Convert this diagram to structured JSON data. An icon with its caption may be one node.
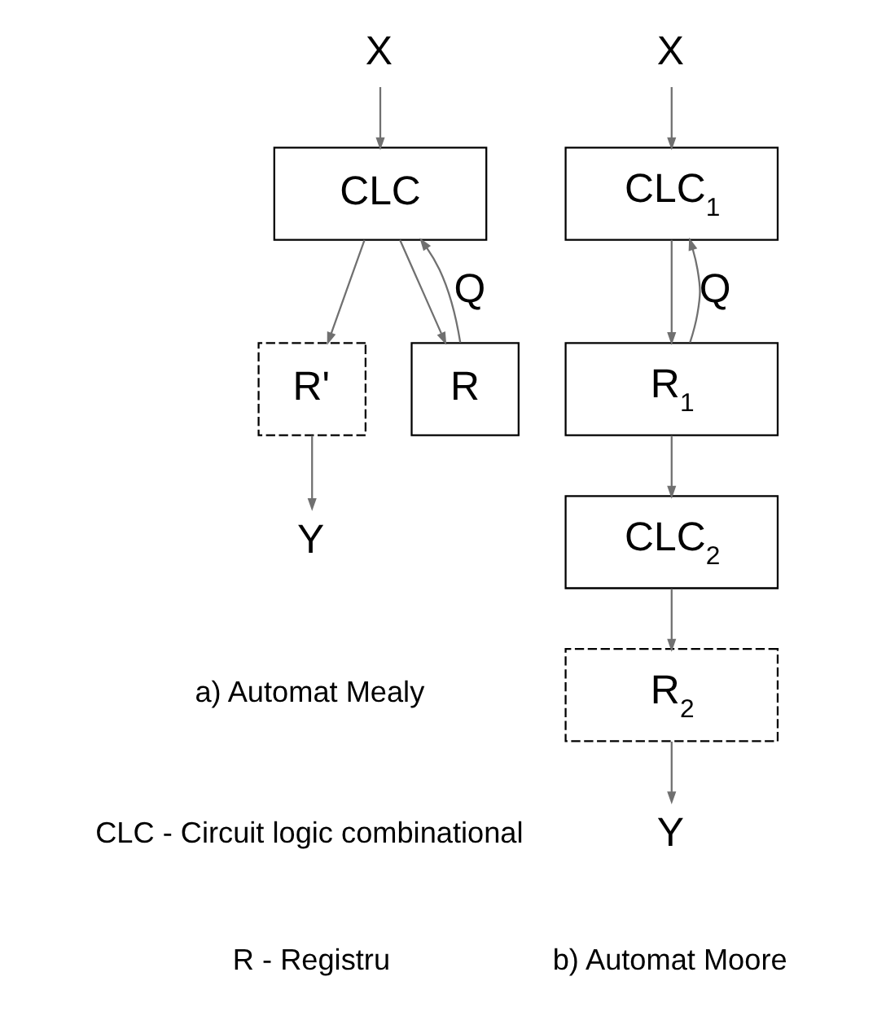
{
  "diagram": {
    "nodes": [
      {
        "text": [
          "X"
        ]
      },
      {
        "text": [
          "CLC"
        ]
      },
      {
        "text": [
          "R'"
        ]
      },
      {
        "text": [
          "R"
        ]
      },
      {
        "text": [
          "Y"
        ]
      },
      {
        "text": [
          "X"
        ]
      },
      {
        "text": [
          "CLC$_{1}$"
        ]
      },
      {
        "text": [
          "R$_{1}$"
        ]
      },
      {
        "text": [
          "CLC$_{2}$"
        ]
      },
      {
        "text": [
          "R$_{2}$"
        ]
      },
      {
        "text": [
          "Y"
        ]
      }
    ],
    "edges": [
      {
        "from": 0,
        "to": 1,
        "arrow": "to"
      },
      {
        "from": 1,
        "to": 2,
        "arrow": "to"
      },
      {
        "from": 1,
        "to": 3,
        "arrow": "to"
      },
      {
        "from": 2,
        "to": 4,
        "arrow": "to"
      },
      {
        "from": 3,
        "to": 1,
        "arrow": "to",
        "label": "Q"
      },
      {
        "from": 5,
        "to": 6,
        "arrow": "to"
      },
      {
        "from": 6,
        "to": 7,
        "arrow": "to"
      },
      {
        "from": 7,
        "to": 8,
        "arrow": "to"
      },
      {
        "from": 7,
        "to": 6,
        "arrow": "to",
        "label": "Q"
      },
      {
        "from": 8,
        "to": 9,
        "arrow": "to"
      },
      {
        "from": 9,
        "to": 10,
        "arrow": "to"
      }
    ],
    "labels": [
      "a) Automat Mealy",
      "b) Automat Moore",
      "CLC - Circuit logic combinational",
      "R - Registru"
    ]
  }
}
